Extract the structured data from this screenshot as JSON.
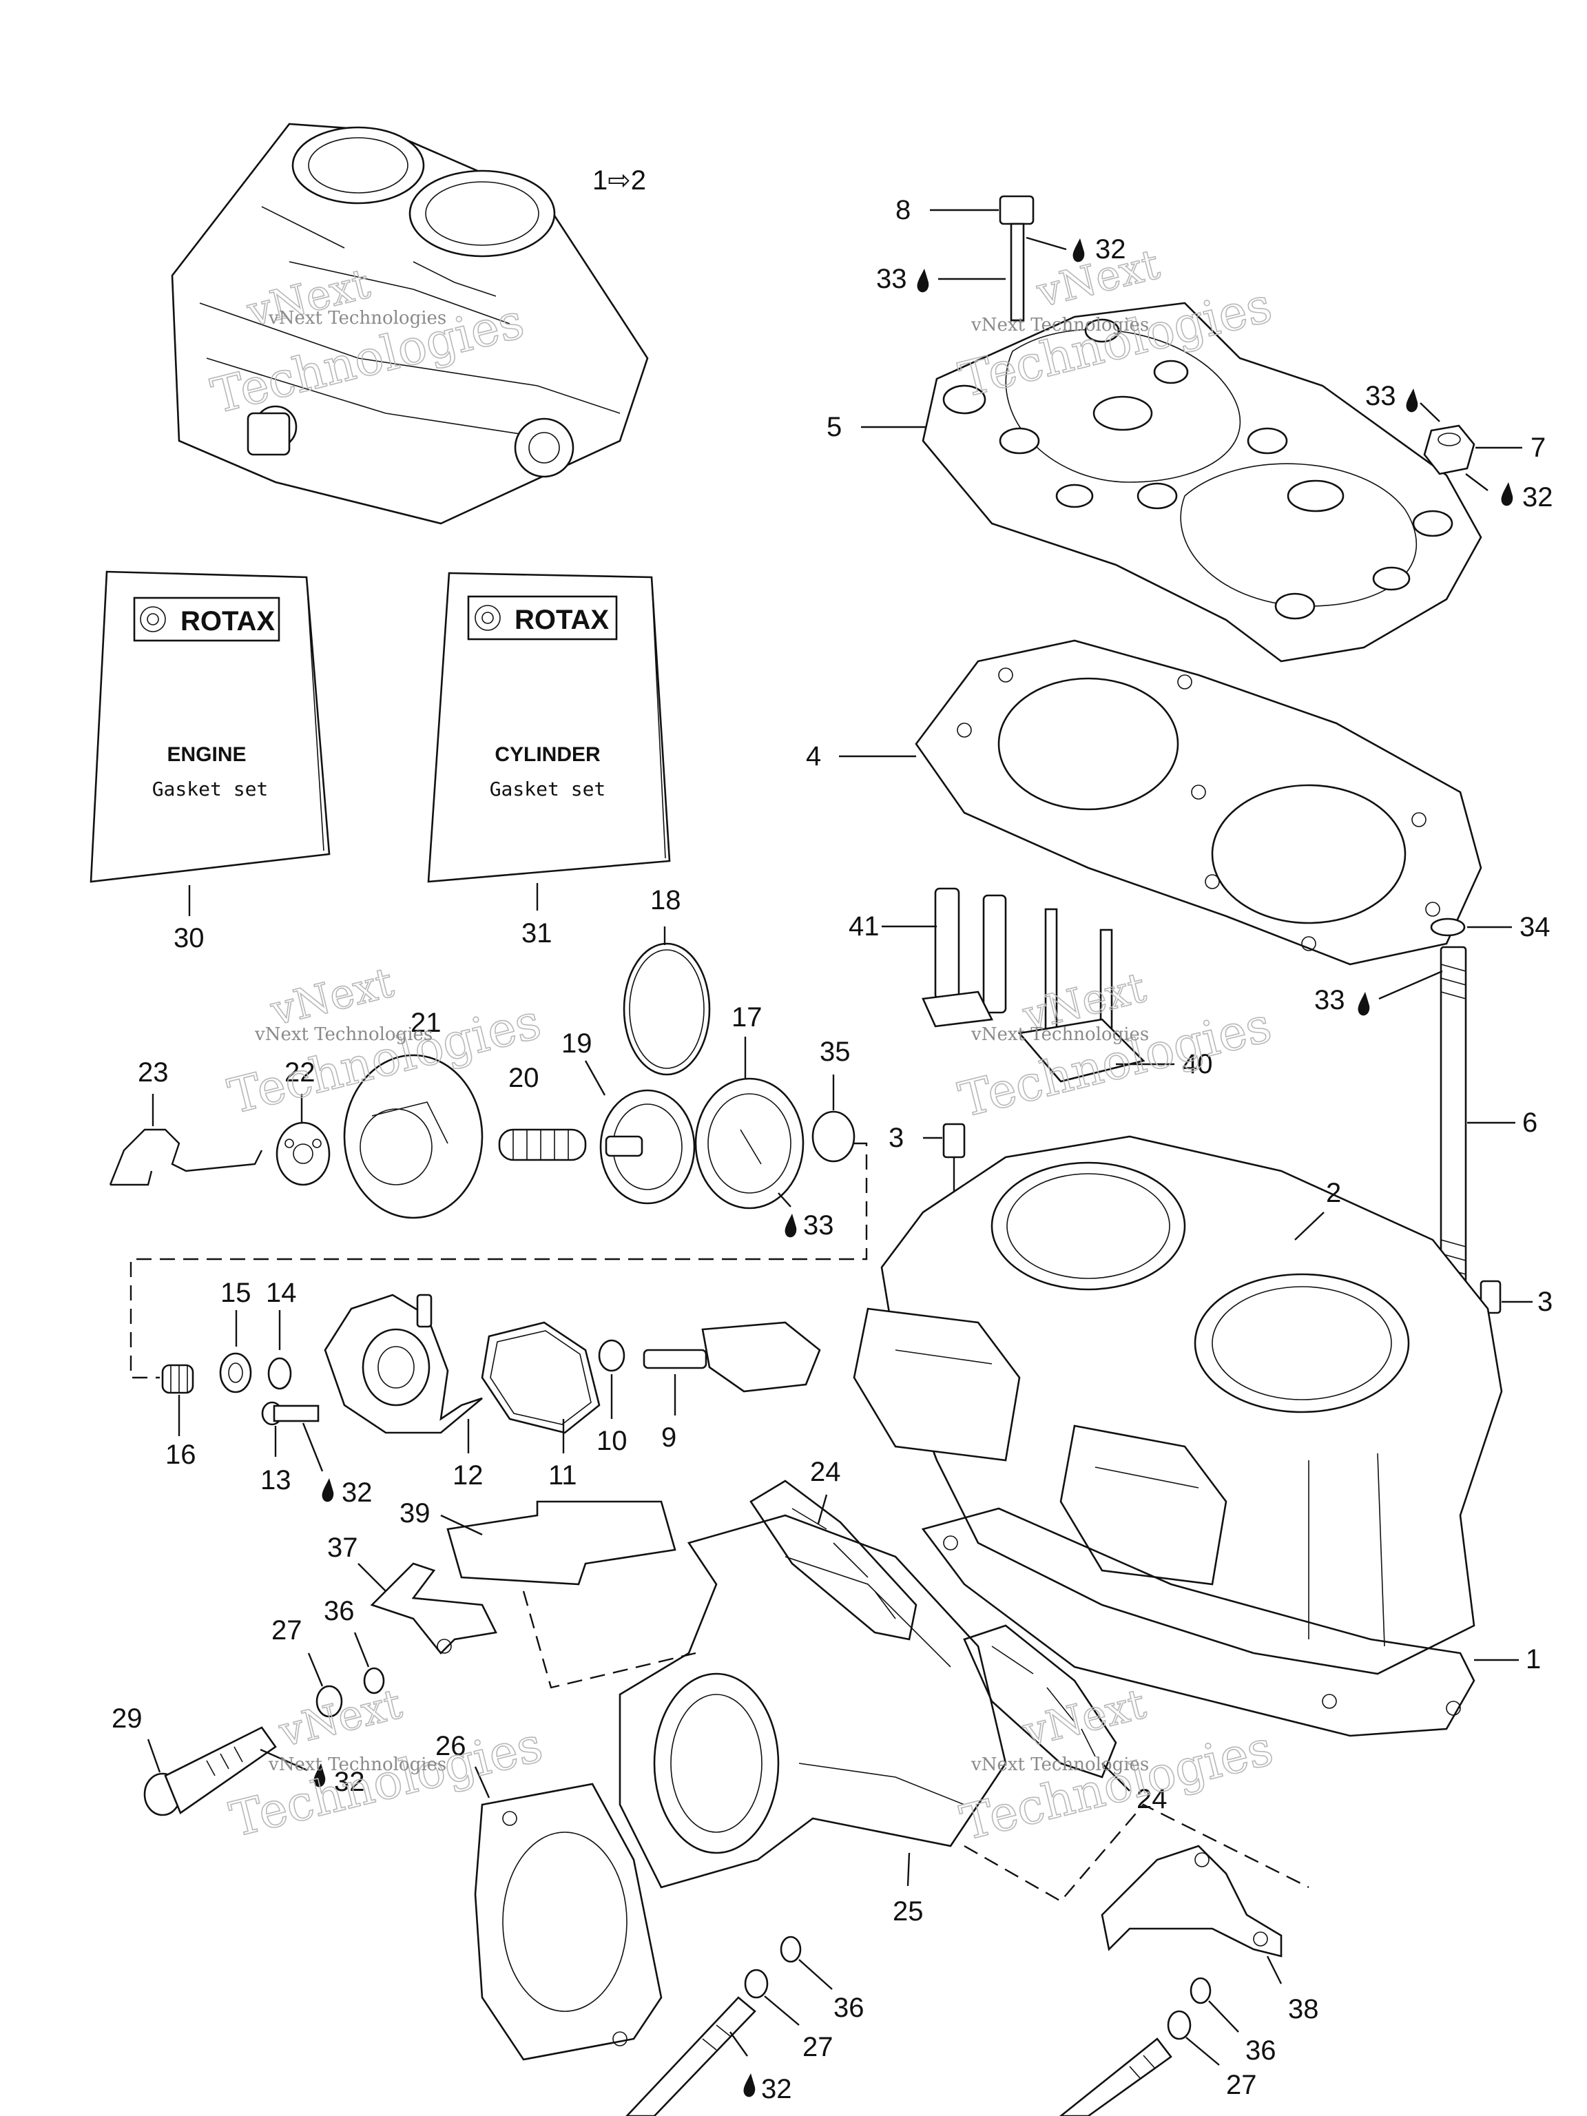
{
  "watermark": {
    "line1": "vNext",
    "line2": "Technologies",
    "small": "vNext Technologies"
  },
  "bags": [
    {
      "brand": "ROTAX",
      "title": "ENGINE",
      "subtitle": "Gasket set",
      "callout": "30"
    },
    {
      "brand": "ROTAX",
      "title": "CYLINDER",
      "subtitle": "Gasket set",
      "callout": "31"
    }
  ],
  "callouts": {
    "c1_2": "1⇨2",
    "c8": "8",
    "c32a": "32",
    "c33a": "33",
    "c33b": "33",
    "c7": "7",
    "c32b": "32",
    "c5": "5",
    "c4": "4",
    "c41": "41",
    "c40": "40",
    "c34": "34",
    "c33c": "33",
    "c6": "6",
    "c3a": "3",
    "c3b": "3",
    "c2": "2",
    "c1": "1",
    "c18": "18",
    "c21": "21",
    "c23": "23",
    "c22": "22",
    "c20": "20",
    "c19": "19",
    "c17": "17",
    "c35": "35",
    "c33d": "33",
    "c15": "15",
    "c14": "14",
    "c16": "16",
    "c13": "13",
    "c32c": "32",
    "c12": "12",
    "c11": "11",
    "c10": "10",
    "c9": "9",
    "c24": "24",
    "c39": "39",
    "c37": "37",
    "c36a": "36",
    "c27a": "27",
    "c29": "29",
    "c32d": "32",
    "c26": "26",
    "c24b": "24",
    "c25": "25",
    "c36b": "36",
    "c27b": "27",
    "c32e": "32",
    "c38": "38",
    "c36c": "36",
    "c27c": "27"
  }
}
